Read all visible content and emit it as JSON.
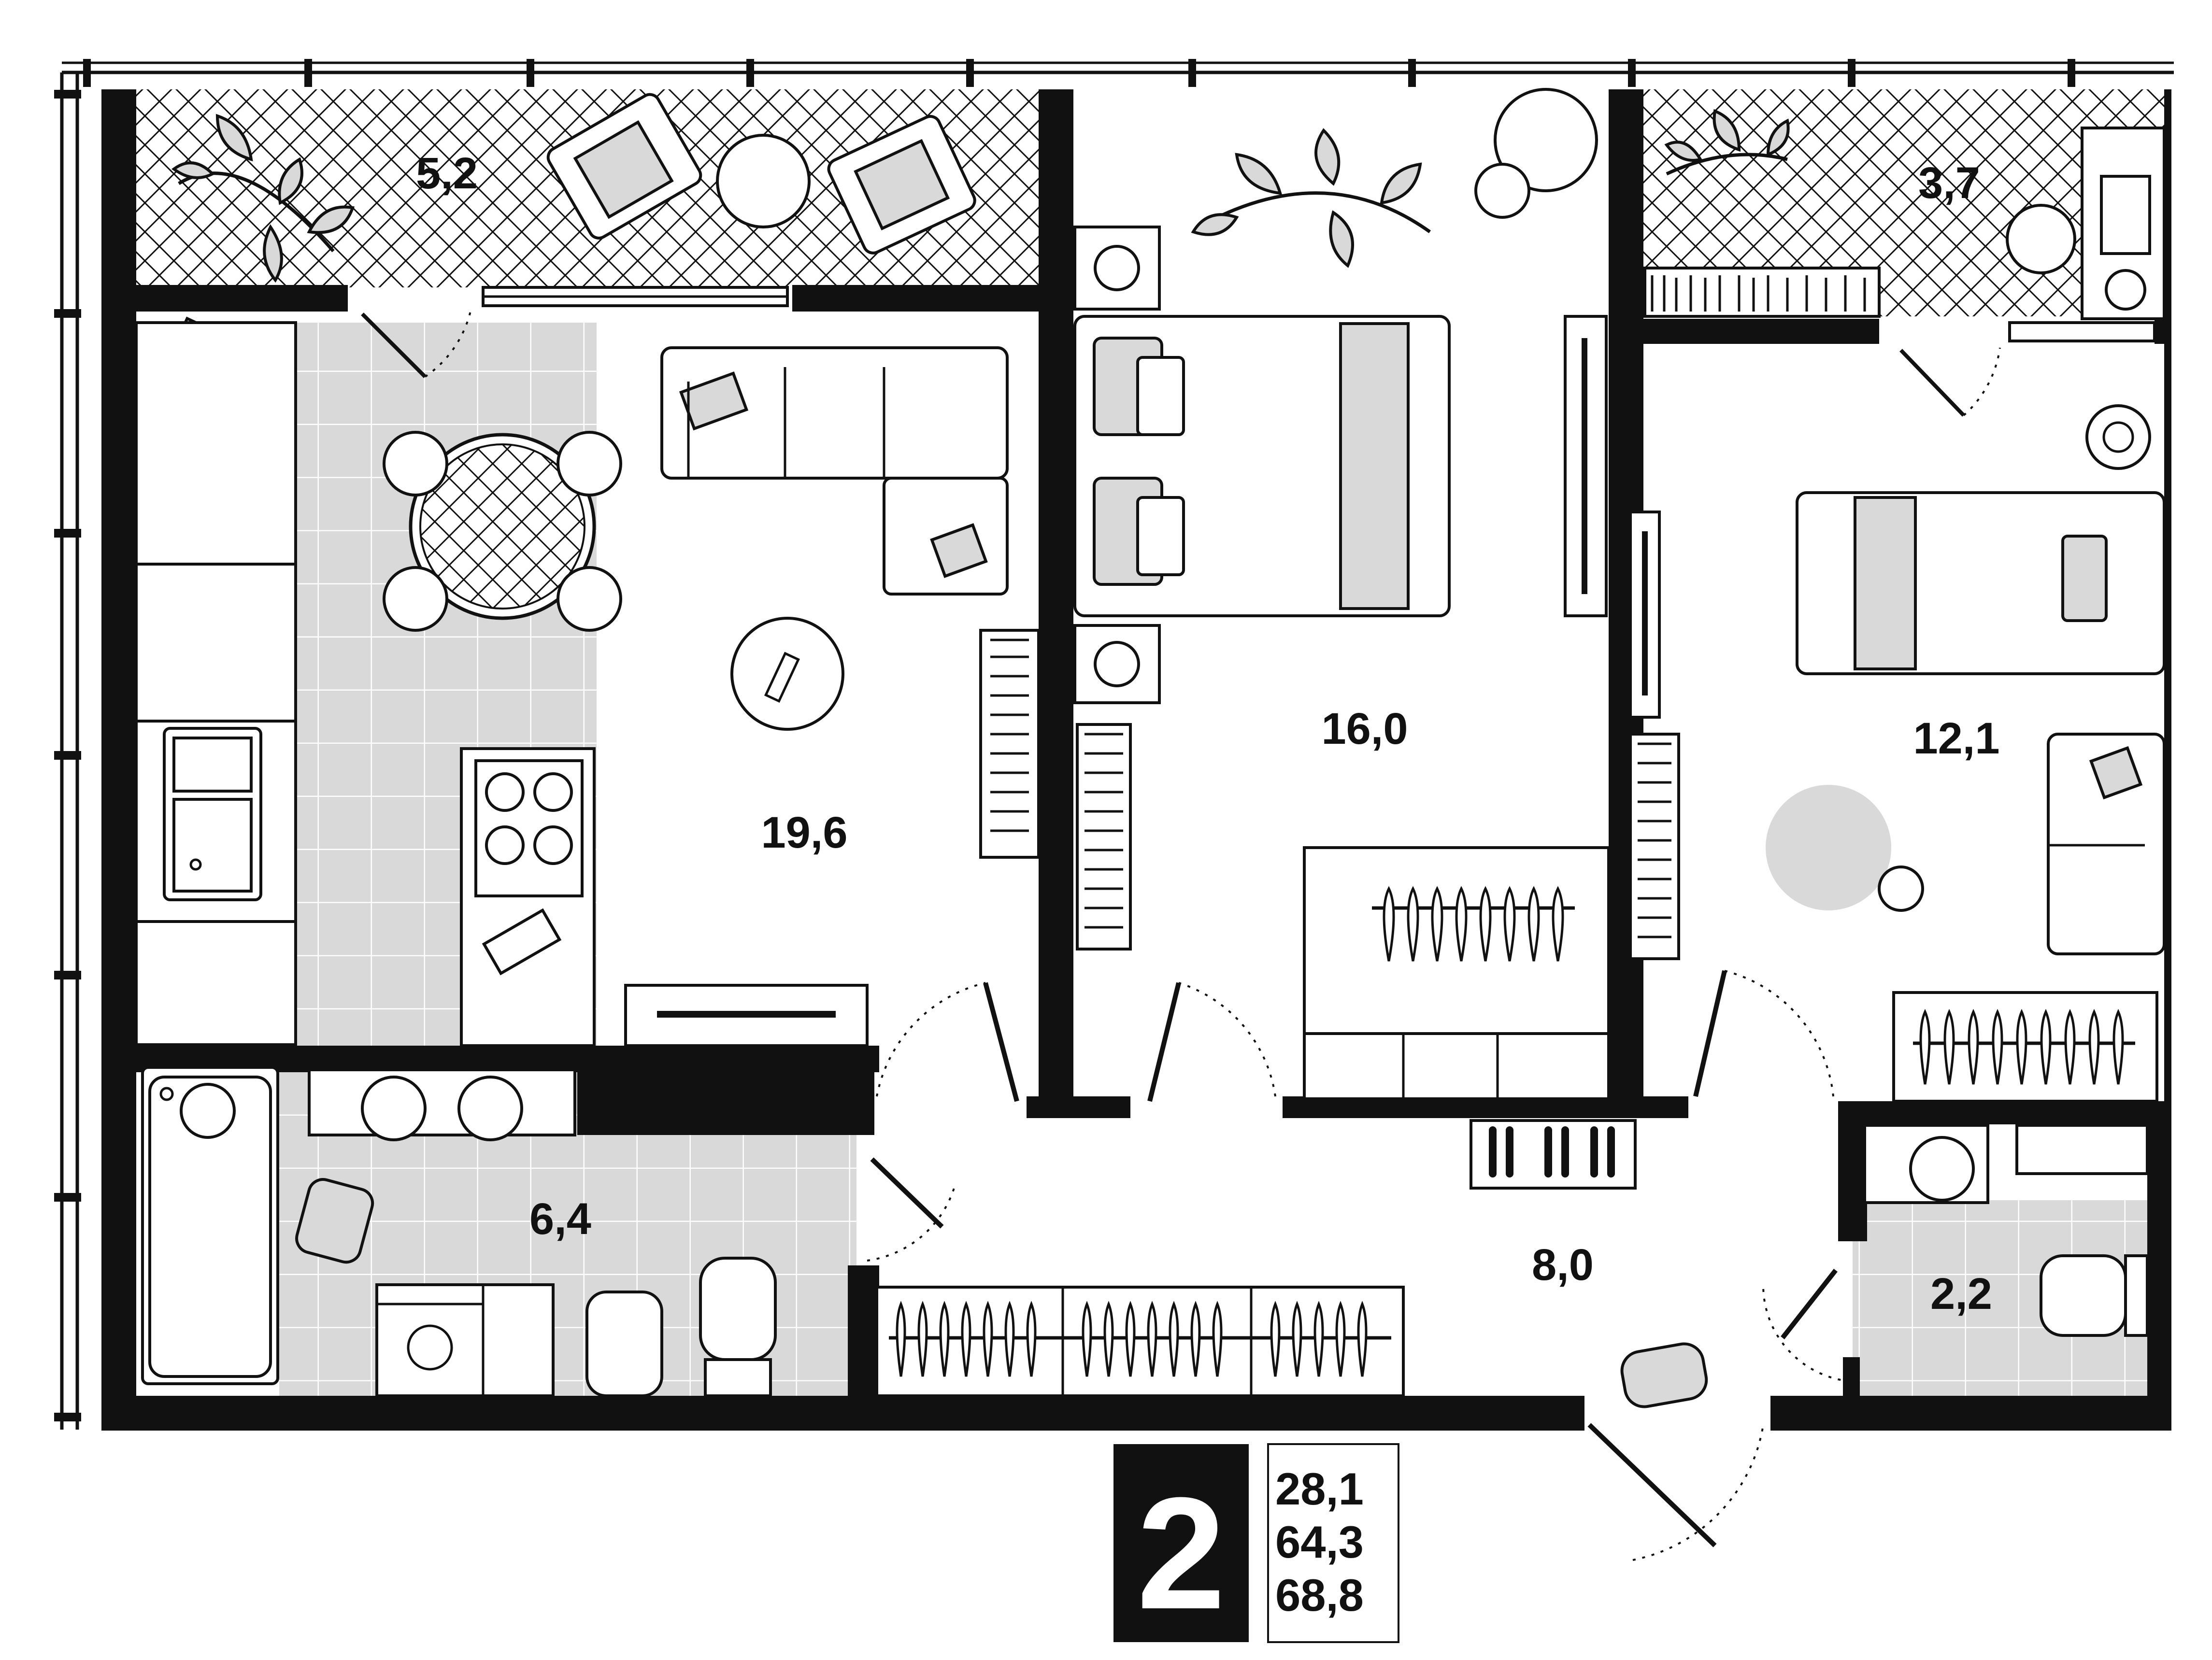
{
  "plan": {
    "rooms_count": "2",
    "areas": {
      "living_area": "28,1",
      "total_area": "64,3",
      "total_with_balconies": "68,8"
    },
    "rooms": [
      {
        "id": "balcony-1",
        "area": "5,2"
      },
      {
        "id": "bedroom-main",
        "area": "16,0"
      },
      {
        "id": "balcony-2",
        "area": "3,7"
      },
      {
        "id": "kitchen-living",
        "area": "19,6"
      },
      {
        "id": "bedroom-child",
        "area": "12,1"
      },
      {
        "id": "bathroom",
        "area": "6,4"
      },
      {
        "id": "hallway",
        "area": "8,0"
      },
      {
        "id": "toilet",
        "area": "2,2"
      }
    ],
    "colors": {
      "wall": "#111111",
      "tile": "#d9d9d9",
      "background": "#ffffff"
    }
  }
}
